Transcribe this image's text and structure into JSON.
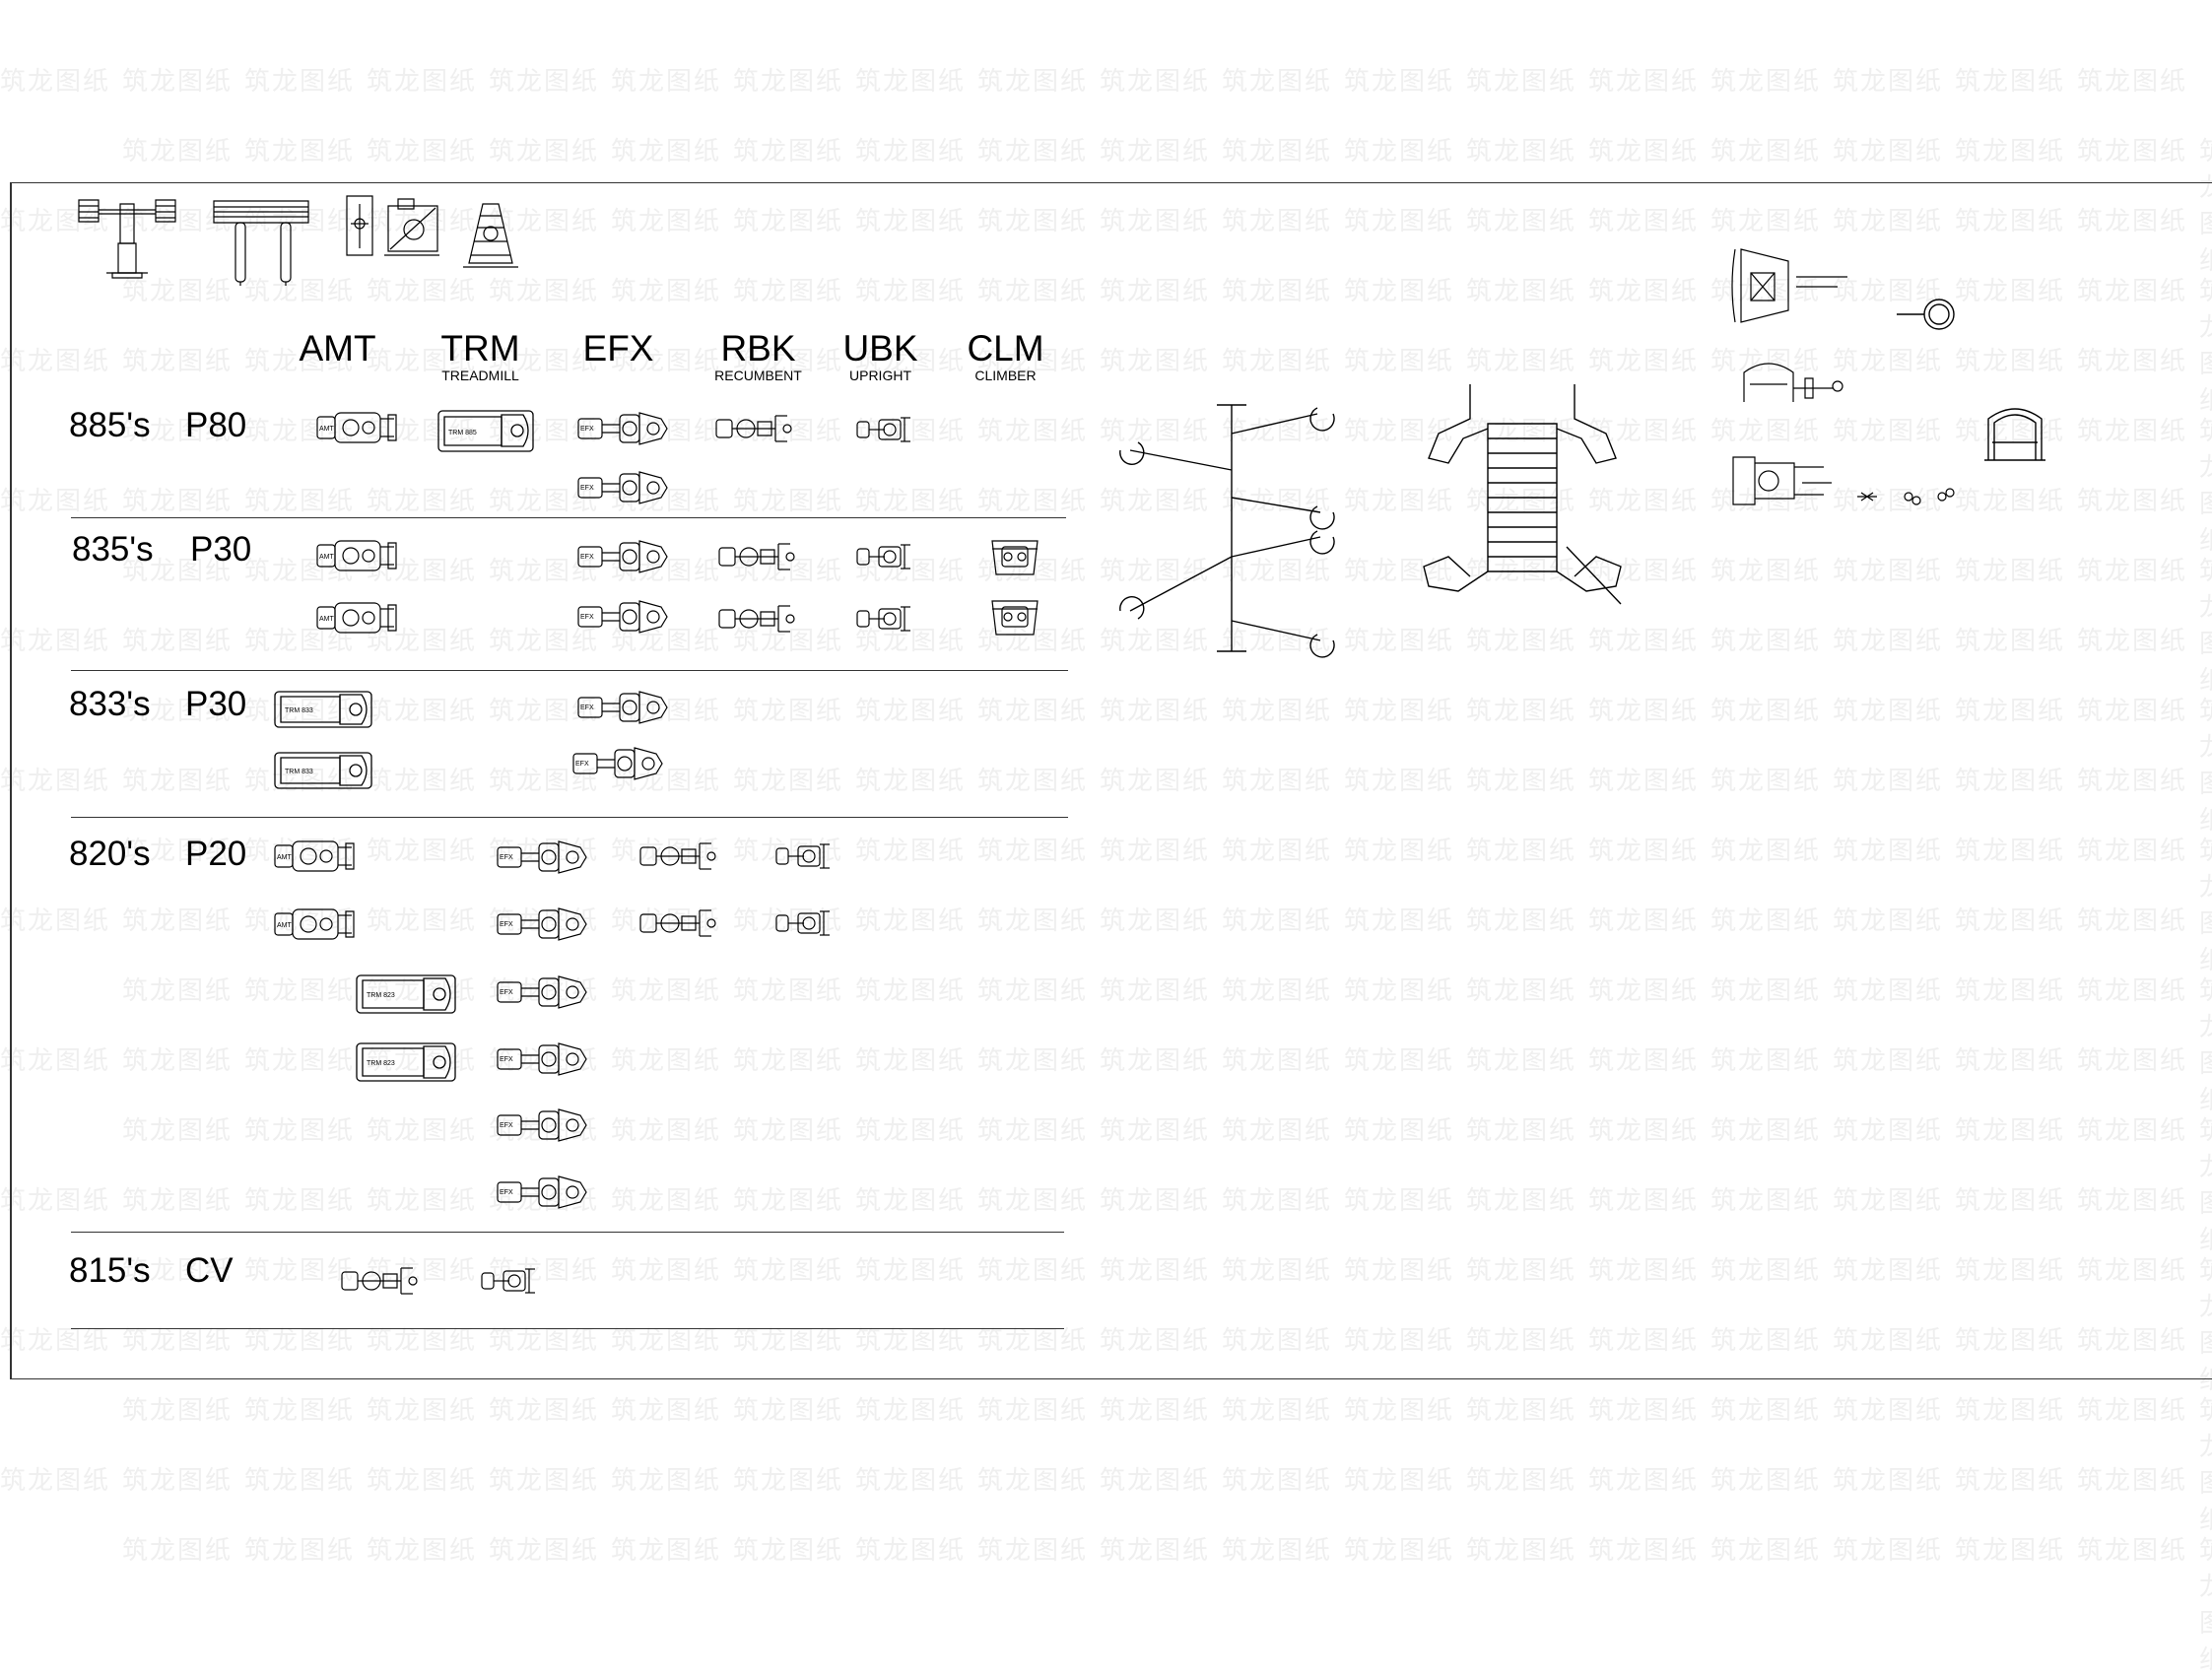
{
  "columns": [
    {
      "code": "AMT",
      "sub": ""
    },
    {
      "code": "TRM",
      "sub": "TREADMILL"
    },
    {
      "code": "EFX",
      "sub": ""
    },
    {
      "code": "RBK",
      "sub": "RECUMBENT"
    },
    {
      "code": "UBK",
      "sub": "UPRIGHT"
    },
    {
      "code": "CLM",
      "sub": "CLIMBER"
    }
  ],
  "rows": [
    {
      "model": "885's",
      "program": "P80"
    },
    {
      "model": "835's",
      "program": "P30"
    },
    {
      "model": "833's",
      "program": "P30"
    },
    {
      "model": "820's",
      "program": "P20"
    },
    {
      "model": "815's",
      "program": "CV"
    }
  ],
  "equipment_labels": {
    "amt": "AMT",
    "efx": "EFX",
    "trm_885": "TRM 885",
    "trm_833": "TRM 833",
    "trm_823": "TRM 823"
  },
  "watermark": "筑龙图纸",
  "colors": {
    "line": "#000000",
    "frame": "#333333",
    "watermark": "#efefef",
    "background": "#ffffff"
  }
}
